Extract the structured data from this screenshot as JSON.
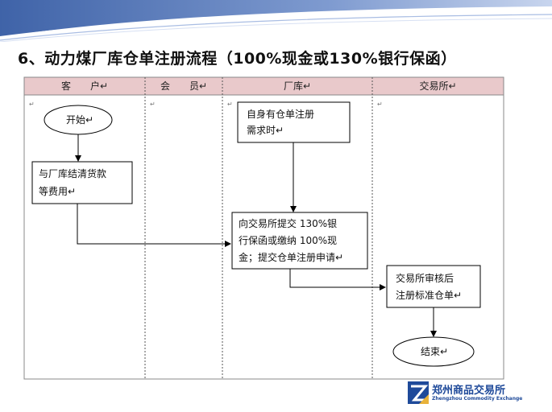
{
  "slide": {
    "title": "6、动力煤厂库仓单注册流程（100%现金或130%银行保函）"
  },
  "lanes": [
    {
      "label": "客　　户↵"
    },
    {
      "label": "会　　员↵"
    },
    {
      "label": "厂库↵"
    },
    {
      "label": "交易所↵"
    }
  ],
  "nodes": {
    "start": {
      "text": "开始↵"
    },
    "settle_fees": {
      "line1": "与厂库结清货款",
      "line2": "等费用↵"
    },
    "self_need": {
      "line1": "自身有仓单注册",
      "line2": "需求时↵"
    },
    "submit": {
      "line1": "向交易所提交 130%银",
      "line2": "行保函或缴纳 100%现",
      "line3": "金；提交仓单注册申请↵"
    },
    "review": {
      "line1": "交易所审核后",
      "line2": "注册标准仓单↵"
    },
    "end": {
      "text": "结束↵"
    }
  },
  "marks": {
    "return": "↵"
  },
  "logo": {
    "name_cn": "郑州商品交易所",
    "name_en": "Zhengzhou Commodity Exchange"
  },
  "colors": {
    "header_fill": "#e9c9cb",
    "arrow": "#000000",
    "accent_blue": "#4f6fb4"
  }
}
